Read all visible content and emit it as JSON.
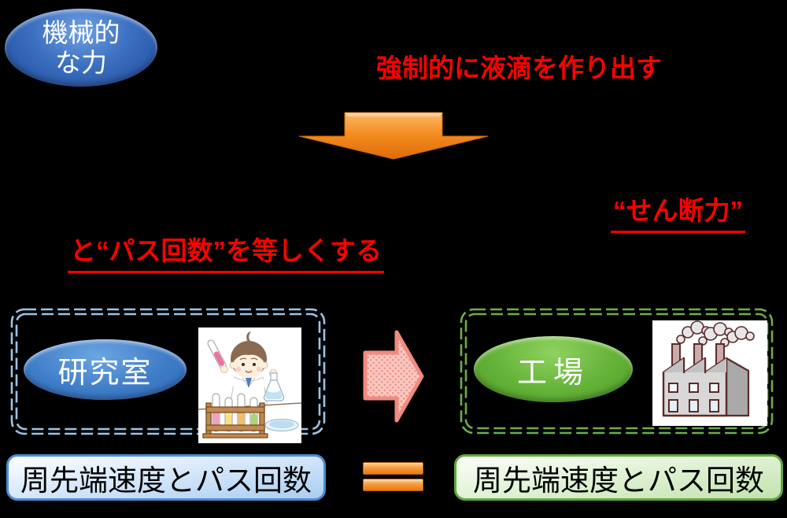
{
  "colors": {
    "background": "#000000",
    "accent_red": "#FF0000",
    "orange_arrow": "#F58D20",
    "blue_bubble": "#3C70C0",
    "green_bubble": "#64B238",
    "blue_dash_border": "#9CC3E5",
    "green_dash_border": "#6FAD47",
    "pink_arrow": "#F18A7F"
  },
  "top": {
    "force_bubble": {
      "line1": "機械的",
      "line2": "な力"
    },
    "caption": "強制的に液滴を作り出す"
  },
  "labels": {
    "shear": "“せん断力”",
    "pass": "と“パス回数”を等しくする"
  },
  "lab": {
    "bubble_label": "研究室",
    "illustration": "scientist-lab-clipart"
  },
  "factory": {
    "bubble_label": "工場",
    "illustration": "factory-clipart"
  },
  "bottom": {
    "left_box_label": "周先端速度とパス回数",
    "right_box_label": "周先端速度とパス回数",
    "equals_symbol": "="
  },
  "icons": {
    "down_arrow": "orange-down-arrow",
    "right_arrow": "pink-dotted-right-arrow",
    "equals": "orange-equals-bars"
  }
}
